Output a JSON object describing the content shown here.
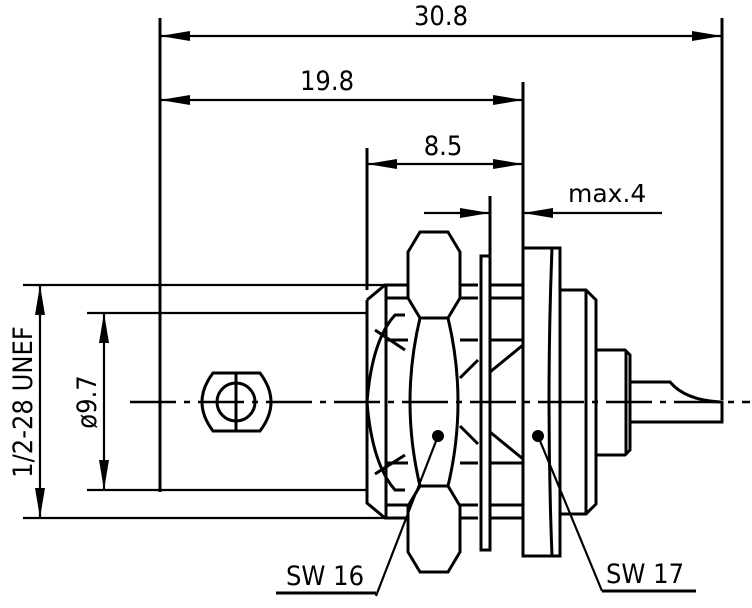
{
  "drawing": {
    "title": "Bulkhead connector dimensional drawing",
    "units": "mm",
    "colors": {
      "line": "#000000",
      "background": "#ffffff"
    },
    "dimensions": {
      "overall_length": "30.8",
      "mounting_length": "19.8",
      "thread_length": "8.5",
      "max_panel_thickness": "max.4",
      "body_diameter": "ø9.7",
      "thread_spec": "1/2-28 UNEF"
    },
    "callouts": {
      "nut_wrench_size": "SW 16",
      "body_wrench_size": "SW 17"
    }
  }
}
